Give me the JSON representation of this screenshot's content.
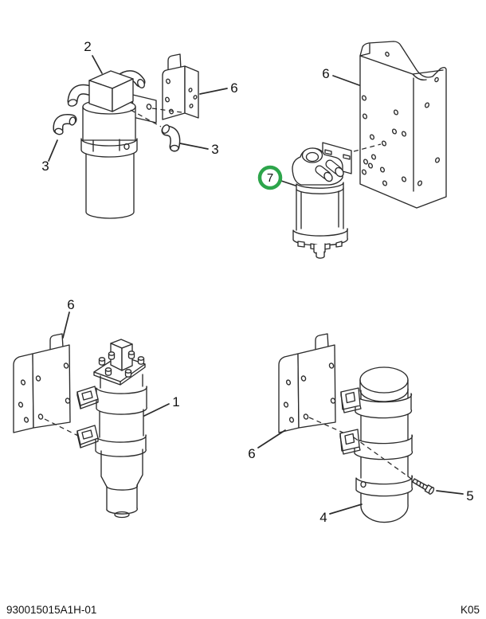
{
  "diagram": {
    "kind": "exploded-parts-illustration",
    "footer": {
      "drawing_number": "930015015A1H-01",
      "sheet_code": "K05"
    },
    "colors": {
      "background": "#ffffff",
      "line": "#2b2b2b",
      "highlight_circle": "#2da54b",
      "text": "#111111"
    },
    "callouts": {
      "item2": {
        "label": "2"
      },
      "item3_left": {
        "label": "3"
      },
      "item3_right": {
        "label": "3"
      },
      "item6_top_left": {
        "label": "6"
      },
      "item6_top_right": {
        "label": "6"
      },
      "item7": {
        "label": "7",
        "highlighted": true
      },
      "item6_bottom_left": {
        "label": "6"
      },
      "item1": {
        "label": "1"
      },
      "item6_bottom_right": {
        "label": "6"
      },
      "item4": {
        "label": "4"
      },
      "item5": {
        "label": "5"
      }
    }
  }
}
